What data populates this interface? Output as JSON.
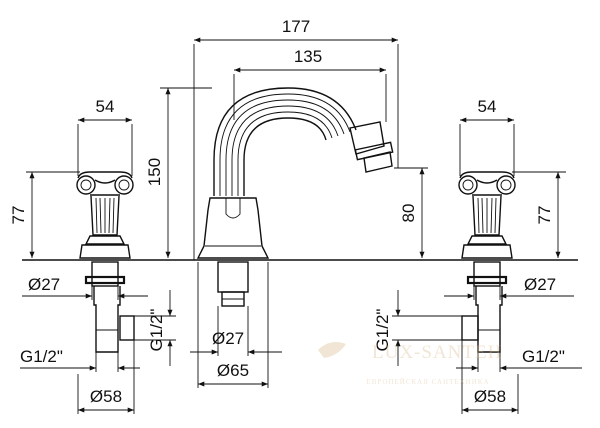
{
  "dimensions": {
    "overall_reach": "177",
    "spout_reach": "135",
    "spout_height": "150",
    "outlet_height": "80",
    "handle_width_left": "54",
    "handle_width_right": "54",
    "handle_height_left": "77",
    "handle_height_right": "77",
    "valve_dia_left": "Ø27",
    "valve_dia_right": "Ø27",
    "spout_dia": "Ø27",
    "spout_base_dia": "Ø65",
    "flange_dia_left": "Ø58",
    "flange_dia_right": "Ø58",
    "thread_left": "G1/2\"",
    "thread_right": "G1/2\"",
    "thread_vertical_center": "G1/2\"",
    "thread_vertical_right": "G1/2\""
  },
  "watermark": {
    "brand": "LUX-SANTEH",
    "tagline": "ЕВРОПЕЙСКАЯ САНТЕХНИКА"
  }
}
